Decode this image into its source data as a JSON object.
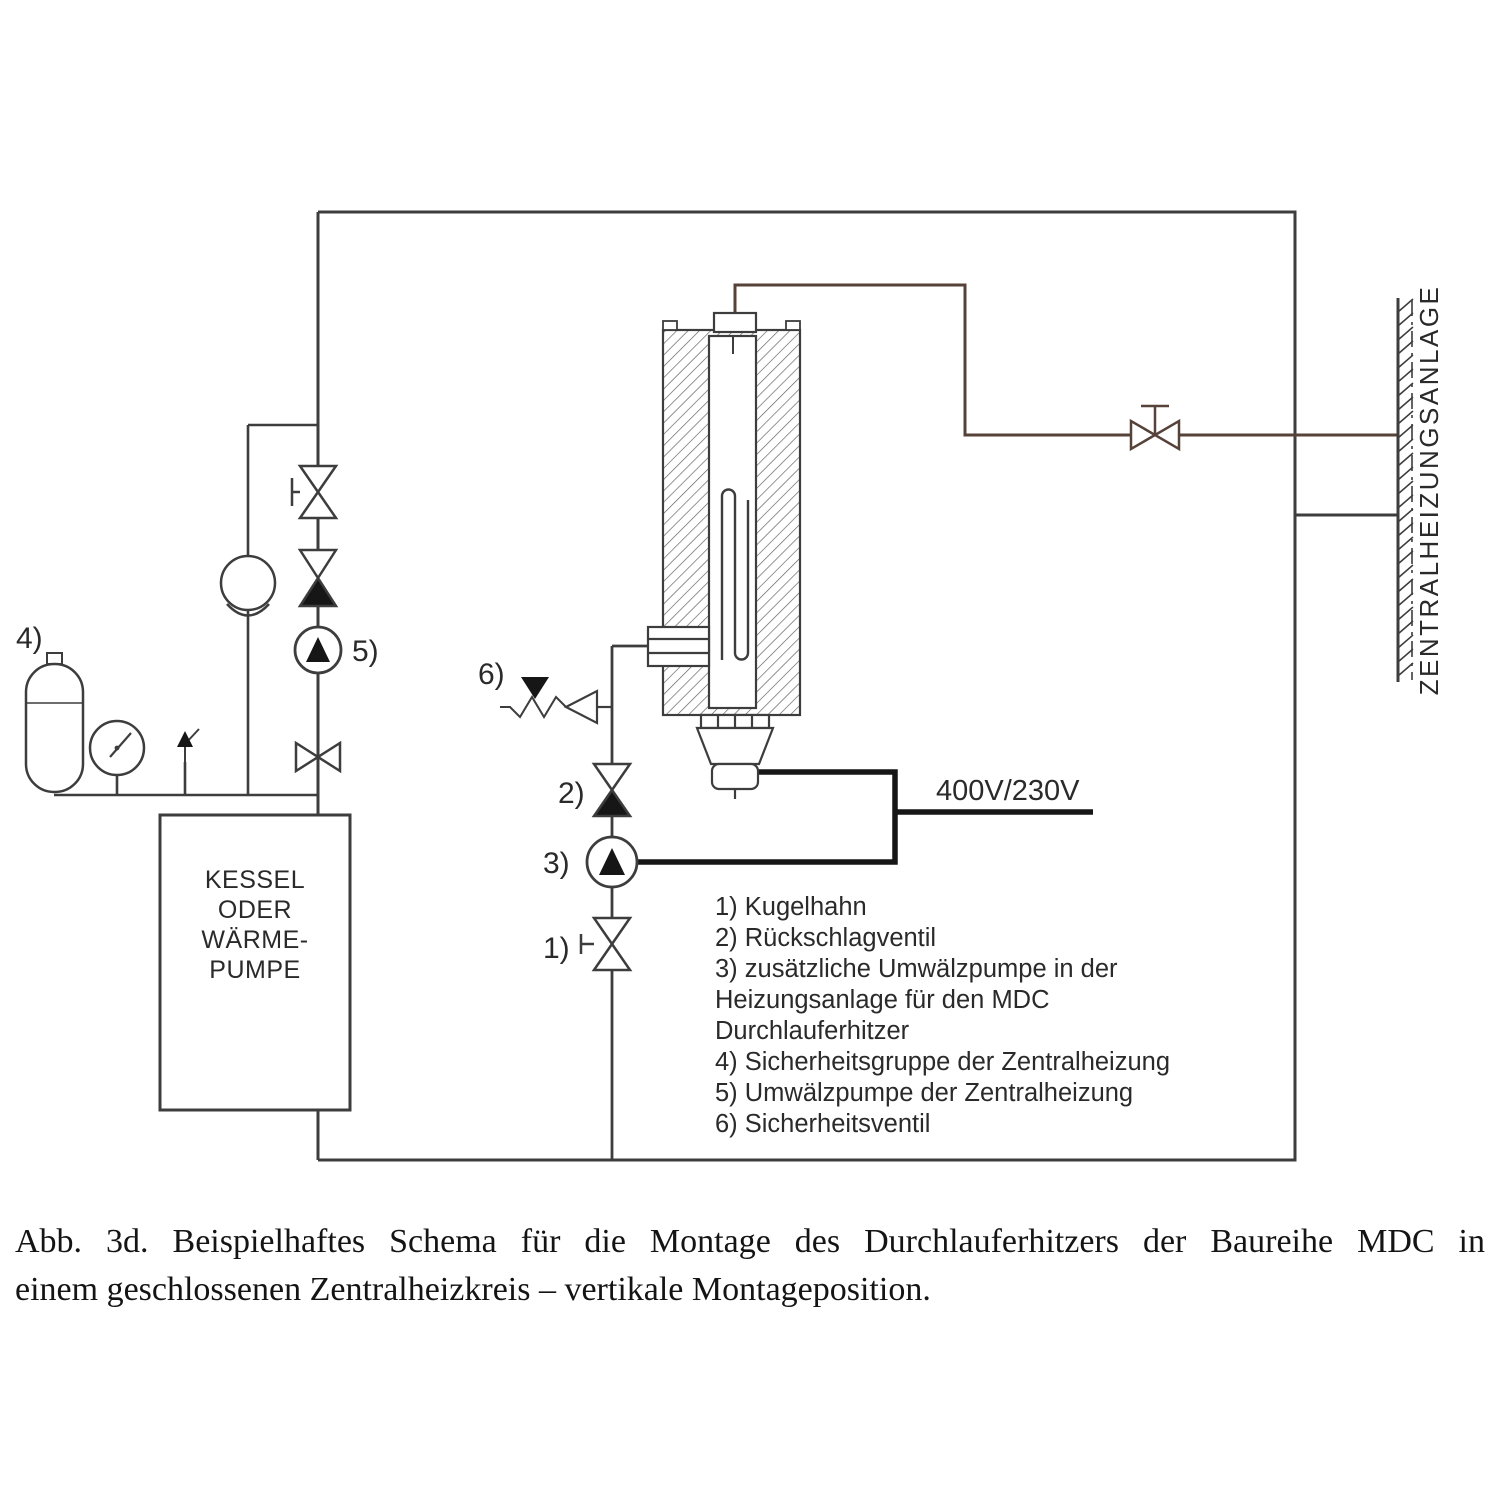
{
  "figure": {
    "caption_line1": "Abb. 3d. Beispielhaftes Schema für die Montage des Durchlauferhitzers der Baureihe MDC in",
    "caption_line2": "einem geschlossenen Zentralheizkreis – vertikale Montageposition."
  },
  "diagram": {
    "boiler_lines": [
      "KESSEL",
      "ODER",
      "WÄRME-",
      "PUMPE"
    ],
    "wall_label": "ZENTRALHEIZUNGSANLAGE",
    "power_label": "400V/230V",
    "callouts": {
      "c1": "1)",
      "c2": "2)",
      "c3": "3)",
      "c4": "4)",
      "c5": "5)",
      "c6": "6)"
    },
    "legend_lines": [
      "1) Kugelhahn",
      "2) Rückschlagventil",
      "3) zusätzliche Umwälzpumpe in der",
      "Heizungsanlage für den MDC",
      "Durchlauferhitzer",
      "4) Sicherheitsgruppe der Zentralheizung",
      "5) Umwälzpumpe der Zentralheizung",
      "6) Sicherheitsventil"
    ],
    "colors": {
      "pipe_line": "#3d3d3d",
      "supply_line": "#57423a",
      "electric_line": "#161616",
      "text": "#2a2a2a"
    }
  }
}
